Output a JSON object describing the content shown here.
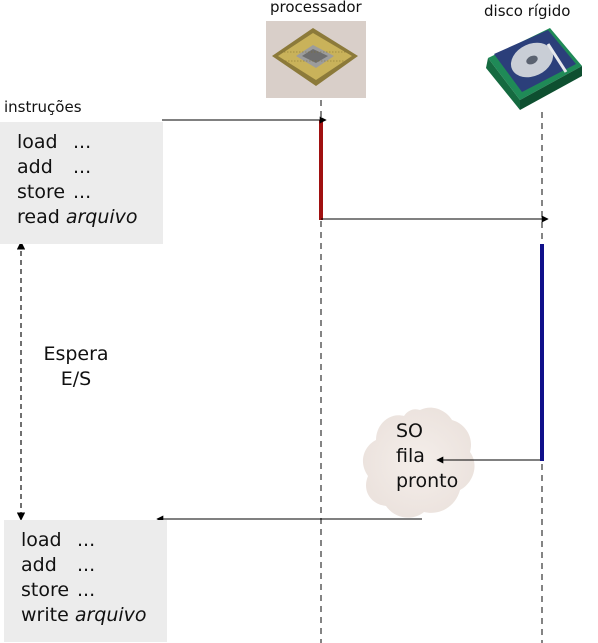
{
  "labels": {
    "processor": "processador",
    "disk": "disco rígido",
    "instructions": "instruções",
    "wait_line1": "Espera",
    "wait_line2": "E/S",
    "os_line1": "SO",
    "os_line2": "fila",
    "os_line3": "pronto"
  },
  "block_top": [
    {
      "op": "load",
      "arg": "...",
      "italic": false
    },
    {
      "op": "add",
      "arg": "...",
      "italic": false
    },
    {
      "op": "store",
      "arg": "...",
      "italic": false
    },
    {
      "op": "read",
      "arg": "arquivo",
      "italic": true
    }
  ],
  "block_bottom": [
    {
      "op": "load",
      "arg": "...",
      "italic": false
    },
    {
      "op": "add",
      "arg": "...",
      "italic": false
    },
    {
      "op": "store",
      "arg": "...",
      "italic": false
    },
    {
      "op": "write",
      "arg": "arquivo",
      "italic": true
    }
  ],
  "icons": {
    "processor": "cpu-chip-icon",
    "disk": "hard-disk-icon"
  },
  "colors": {
    "processor_active": "#a01010",
    "disk_active": "#10108a",
    "box_bg": "#ececec"
  }
}
